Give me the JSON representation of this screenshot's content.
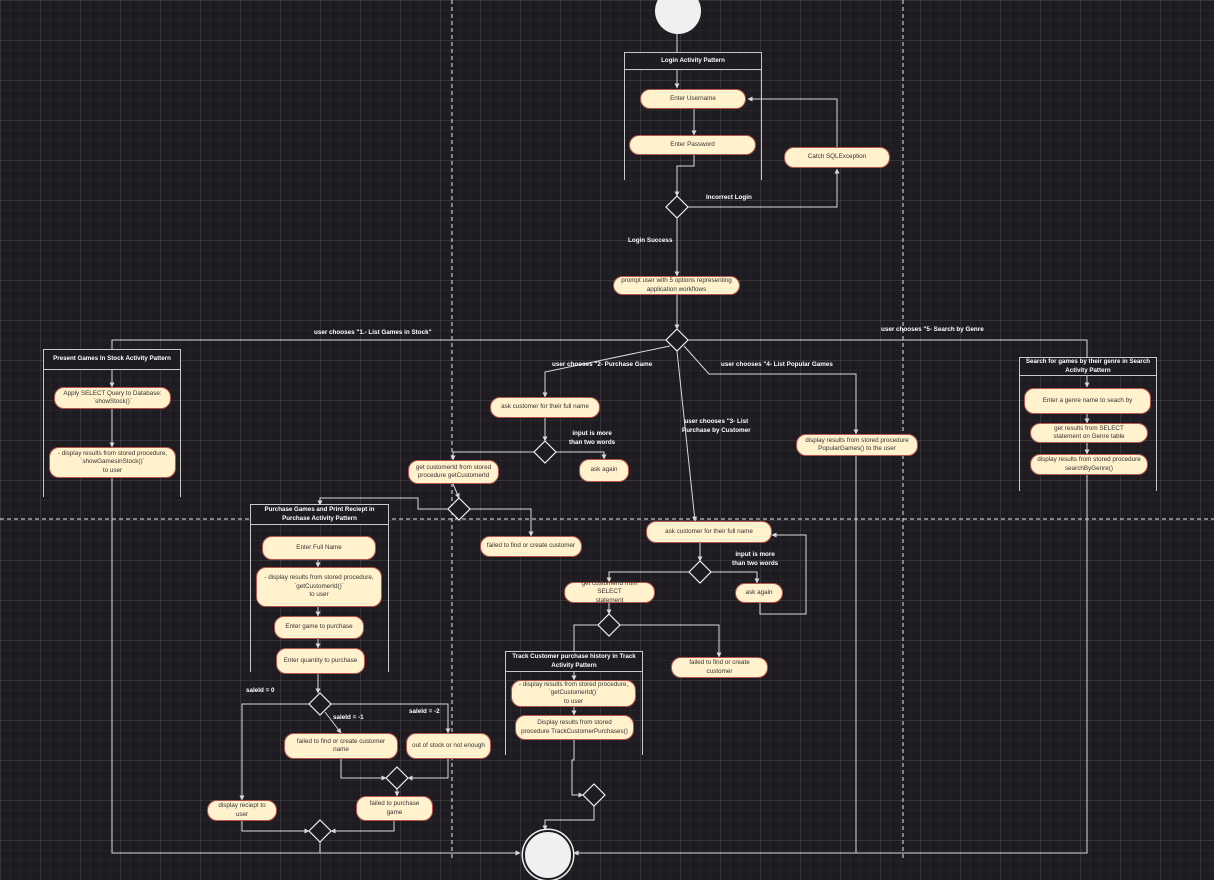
{
  "frames": {
    "login": "Login Activity Pattern",
    "stock": "Present Games In Stock Activity Pattern",
    "purchase": "Purchase Games and Print Reciept in Purchase Activity Pattern",
    "track": "Track Customer purchase history in Track Activity Pattern",
    "search": "Search for games by their genre in Search Activity Pattern"
  },
  "nodes": {
    "enter_username": "Enter Username",
    "enter_password": "Enter Password",
    "catch_sql": "Catch SQLException",
    "prompt_user": "prompt user with 5 options representing\napplication workflows",
    "apply_select": "Apply SELECT Query to Database:\n`showStock()`",
    "display_instock": "- display results from stored procedure,\n`showGamesInStock()`\nto user",
    "ask_fullname_purchase": "ask customer for their full name",
    "get_customerid": "get customerId from stored\nprocedure getCustomerId",
    "ask_again_1": "ask again",
    "failed_find_create_1": "failed to find or create customer",
    "enter_full_name": "Enter Full Name",
    "display_getcustomerid_1": "- display results from stored procedure,\n`getCustomerId()`\nto user",
    "enter_game": "Enter game to purchase",
    "enter_quantity": "Enter quantity to purchase",
    "failed_find_create_name": "failed to find or create customer name",
    "out_of_stock": "out of stock or not enough",
    "display_receipt": "display reciept to user",
    "failed_purchase": "failed to purchase game",
    "display_popular": "display results from stored procedure\nPopularGames() to the user",
    "ask_fullname_track": "ask customer for their full name",
    "ask_again_2": "ask again",
    "get_customerid_select": "get customerId from SELECT\nstatement",
    "failed_find_create_2": "failed to find or create customer",
    "display_getcustomerid_2": "- display results from stored procedure,\n`getCustomerId()`\nto user",
    "display_track": "Display results from stored\nprocedure TrackCustomerPurchases()",
    "enter_genre": "Enter a genre name to seach by",
    "get_results_genre": "get results from SELECT\nstatement on Genre table",
    "display_search": "display results from stored procedure\nsearchByGenre()"
  },
  "labels": {
    "incorrect_login": "Incorrect Login",
    "login_success": "Login Success",
    "choice_1": "user chooses \"1.- List Games in Stock\"",
    "choice_2": "user chooses \"2-  Purchase Game",
    "choice_3": "user chooses \"3-  List\nPurchase by Customer",
    "choice_4": "user chooses \"4-  List Popular Games",
    "choice_5": "user chooses \"5-  Search by Genre",
    "more_than_two_1": "input is more\nthan two words",
    "more_than_two_2": "input is more\nthan two words",
    "saleid_0": "saleId = 0",
    "saleid_m1": "saleId = -1",
    "saleid_m2": "saleId = -2"
  },
  "colors": {
    "background": "#1e1c21",
    "node_fill": "#fff2cc",
    "node_border": "#b85450",
    "edge": "#d9d9d9",
    "text_on_dark": "#ffffff"
  }
}
